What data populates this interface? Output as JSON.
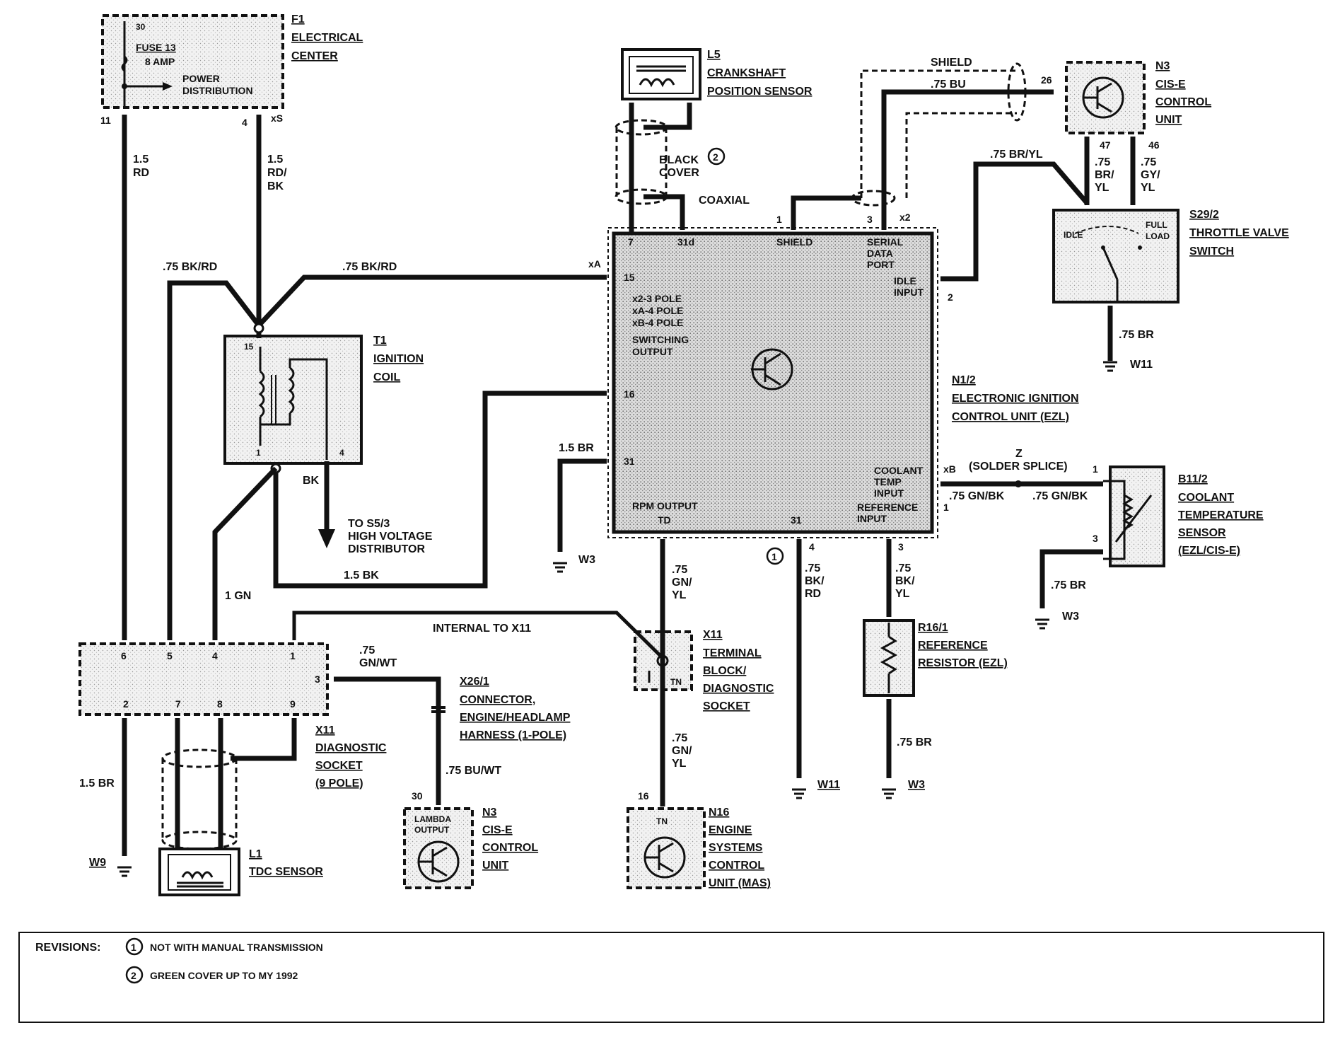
{
  "components": {
    "f1": {
      "ref": "F1",
      "line1": "ELECTRICAL",
      "line2": "CENTER",
      "fuse": "FUSE 13",
      "amp": "8 AMP",
      "power1": "POWER",
      "power2": "DISTRIBUTION",
      "pin_top": "30",
      "pin_11": "11",
      "pin_4": "4",
      "pin_xs": "xS"
    },
    "l5": {
      "ref": "L5",
      "line1": "CRANKSHAFT",
      "line2": "POSITION SENSOR"
    },
    "n3_top": {
      "ref": "N3",
      "line1": "CIS-E",
      "line2": "CONTROL",
      "line3": "UNIT",
      "pin26": "26",
      "pin47": "47",
      "pin46": "46"
    },
    "s29": {
      "ref": "S29/2",
      "line1": "THROTTLE VALVE",
      "line2": "SWITCH",
      "idle": "IDLE",
      "full": "FULL",
      "load": "LOAD"
    },
    "t1": {
      "ref": "T1",
      "line1": "IGNITION",
      "line2": "COIL",
      "pin15": "15",
      "pin1": "1",
      "pin4": "4"
    },
    "n12": {
      "ref": "N1/2",
      "line1": "ELECTRONIC IGNITION",
      "line2": "CONTROL UNIT (EZL)",
      "pin7": "7",
      "pin31d": "31d",
      "shield": "SHIELD",
      "serial1": "SERIAL",
      "serial2": "DATA",
      "serial3": "PORT",
      "idle1": "IDLE",
      "idle2": "INPUT",
      "pin15": "15",
      "poles1": "x2-3 POLE",
      "poles2": "xA-4 POLE",
      "poles3": "xB-4 POLE",
      "sw1": "SWITCHING",
      "sw2": "OUTPUT",
      "pin16": "16",
      "pin31": "31",
      "coolant1": "COOLANT",
      "coolant2": "TEMP",
      "coolant3": "INPUT",
      "rpm": "RPM OUTPUT",
      "td": "TD",
      "pin31b": "31",
      "ref1": "REFERENCE",
      "ref2": "INPUT",
      "xA": "xA",
      "x2": "x2",
      "xB": "xB"
    },
    "b11": {
      "ref": "B11/2",
      "line1": "COOLANT",
      "line2": "TEMPERATURE",
      "line3": "SENSOR",
      "line4": "(EZL/CIS-E)",
      "pin1": "1",
      "pin3": "3"
    },
    "r16": {
      "ref": "R16/1",
      "line1": "REFERENCE",
      "line2": "RESISTOR (EZL)"
    },
    "x11_term": {
      "ref": "X11",
      "line1": "TERMINAL",
      "line2": "BLOCK/",
      "line3": "DIAGNOSTIC",
      "line4": "SOCKET",
      "tn": "TN"
    },
    "x11_diag": {
      "ref": "X11",
      "line1": "DIAGNOSTIC",
      "line2": "SOCKET",
      "line3": "(9 POLE)",
      "p6": "6",
      "p5": "5",
      "p4": "4",
      "p1": "1",
      "p3": "3",
      "p2": "2",
      "p7": "7",
      "p8": "8",
      "p9": "9"
    },
    "x26": {
      "ref": "X26/1",
      "line1": "CONNECTOR,",
      "line2": "ENGINE/HEADLAMP",
      "line3": "HARNESS (1-POLE)"
    },
    "n3_bot": {
      "ref": "N3",
      "line1": "CIS-E",
      "line2": "CONTROL",
      "line3": "UNIT",
      "lambda1": "LAMBDA",
      "lambda2": "OUTPUT",
      "pin30": "30"
    },
    "n16": {
      "ref": "N16",
      "line1": "ENGINE",
      "line2": "SYSTEMS",
      "line3": "CONTROL",
      "line4": "UNIT (MAS)",
      "tn": "TN",
      "pin16": "16"
    },
    "l1": {
      "ref": "L1",
      "line1": "TDC SENSOR"
    }
  },
  "wires": {
    "w_15rd_a": "1.5",
    "w_15rd_b": "RD",
    "w_15rdbk_a": "1.5",
    "w_15rdbk_b": "RD/",
    "w_15rdbk_c": "BK",
    "w_75bkrd_left": ".75 BK/RD",
    "w_75bkrd_right": ".75 BK/RD",
    "w_shield": "SHIELD",
    "w_75bu": ".75 BU",
    "w_black1": "BLACK",
    "w_black2": "COVER",
    "w_coaxial": "COAXIAL",
    "w_75bryl_top": ".75 BR/YL",
    "w_75bryl_a": ".75",
    "w_75bryl_b": "BR/",
    "w_75bryl_c": "YL",
    "w_75gyyl_a": ".75",
    "w_75gyyl_b": "GY/",
    "w_75gyyl_c": "YL",
    "w_75br_s29": ".75 BR",
    "w_15br_31": "1.5 BR",
    "w_bk": "BK",
    "w_to_s53_1": "TO S5/3",
    "w_to_s53_2": "HIGH VOLTAGE",
    "w_to_s53_3": "DISTRIBUTOR",
    "w_15bk": "1.5 BK",
    "w_1gn": "1 GN",
    "w_z": "Z",
    "w_solder": "(SOLDER SPLICE)",
    "w_75gnbk_l": ".75 GN/BK",
    "w_75gnbk_r": ".75 GN/BK",
    "w_75br_b11": ".75 BR",
    "w_75gnyl1_a": ".75",
    "w_75gnyl1_b": "GN/",
    "w_75gnyl1_c": "YL",
    "w_75bkrd_v_a": ".75",
    "w_75bkrd_v_b": "BK/",
    "w_75bkrd_v_c": "RD",
    "w_75bkyl_a": ".75",
    "w_75bkyl_b": "BK/",
    "w_75bkyl_c": "YL",
    "w_internal": "INTERNAL TO X11",
    "w_75gnwt_a": ".75",
    "w_75gnwt_b": "GN/WT",
    "w_75buwt": ".75 BU/WT",
    "w_75gnyl2_a": ".75",
    "w_75gnyl2_b": "GN/",
    "w_75gnyl2_c": "YL",
    "w_75br_r16": ".75 BR",
    "w_15br_w9": "1.5 BR",
    "pin_1_shield": "1",
    "pin_3_serial": "3",
    "pin_2_idle": "2",
    "pin_1_xb": "1",
    "pin_4_bot": "4",
    "pin_3_bot": "3",
    "pin_1_b11": "1"
  },
  "grounds": {
    "w11_s29": "W11",
    "w3_n12": "W3",
    "w3_b11": "W3",
    "w11_bot": "W11",
    "w3_bot": "W3",
    "w9": "W9"
  },
  "callouts": {
    "c2_top": "2",
    "c1_mid": "1",
    "r1": "1",
    "r2": "2"
  },
  "revisions": {
    "title": "REVISIONS:",
    "item1": "NOT WITH MANUAL TRANSMISSION",
    "item2": "GREEN COVER UP TO MY 1992"
  }
}
